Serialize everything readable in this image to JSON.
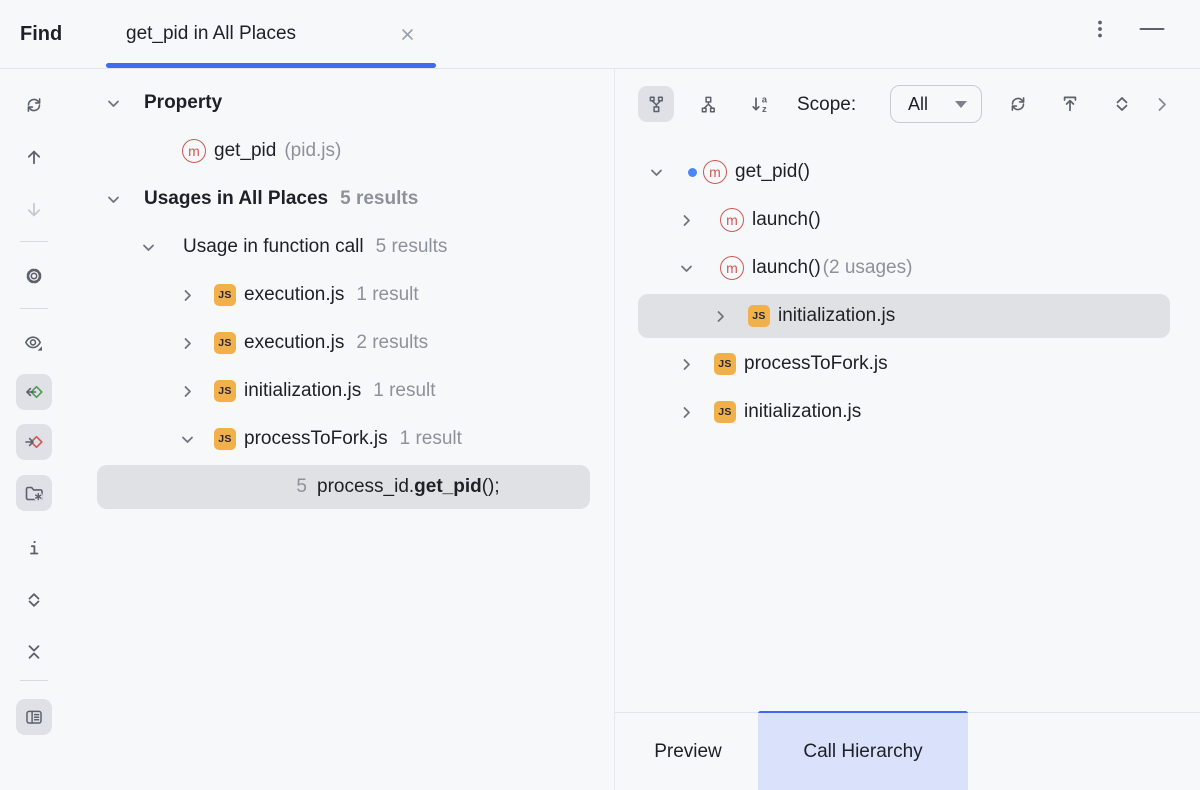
{
  "header": {
    "window_title": "Find",
    "tab": {
      "label": "get_pid in All Places"
    }
  },
  "left_toolbar": {
    "icons": [
      "rerun-icon",
      "previous-occurrence-icon",
      "next-occurrence-icon",
      "settings-gear-icon",
      "preview-eye-icon",
      "navigate-to-source-icon",
      "navigate-from-source-icon",
      "open-in-new-tab-icon",
      "usage-info-icon",
      "expand-all-icon",
      "collapse-all-icon",
      "dock-layout-icon"
    ]
  },
  "usages": {
    "rows": [
      {
        "label": "Property"
      },
      {
        "label": "get_pid",
        "suffix": "(pid.js)"
      },
      {
        "label": "Usages in All Places",
        "count": "5 results"
      },
      {
        "label": "Usage in function call",
        "count": "5 results"
      },
      {
        "label": "execution.js",
        "count": "1 result"
      },
      {
        "label": "execution.js",
        "count": "2 results"
      },
      {
        "label": "initialization.js",
        "count": "1 result"
      },
      {
        "label": "processToFork.js",
        "count": "1 result"
      },
      {
        "line_number": "5",
        "code_pre": "process_id.",
        "code_fn": "get_pid",
        "code_post": "();"
      }
    ]
  },
  "hierarchy": {
    "toolbar": {
      "scope_label": "Scope:",
      "scope_value": "All",
      "icons": [
        "caller-hierarchy-icon",
        "callee-hierarchy-icon",
        "sort-alphabetically-icon",
        "refresh-icon",
        "base-on-this-method-icon",
        "expand-all-icon",
        "chevron-right-icon"
      ]
    },
    "rows": [
      {
        "label": "get_pid()"
      },
      {
        "label": "launch()"
      },
      {
        "label": "launch()",
        "suffix": "(2 usages)"
      },
      {
        "label": "initialization.js"
      },
      {
        "label": "processToFork.js"
      },
      {
        "label": "initialization.js"
      }
    ]
  },
  "bottom_tabs": {
    "preview": "Preview",
    "call_hierarchy": "Call Hierarchy"
  },
  "colors": {
    "accent": "#3d6cf0",
    "selection": "#e0e1e5",
    "method_red": "#cd5a54",
    "js_badge": "#f2b04a",
    "dot_blue": "#4a86f7",
    "call_tab_bg": "#d9e1fb"
  }
}
